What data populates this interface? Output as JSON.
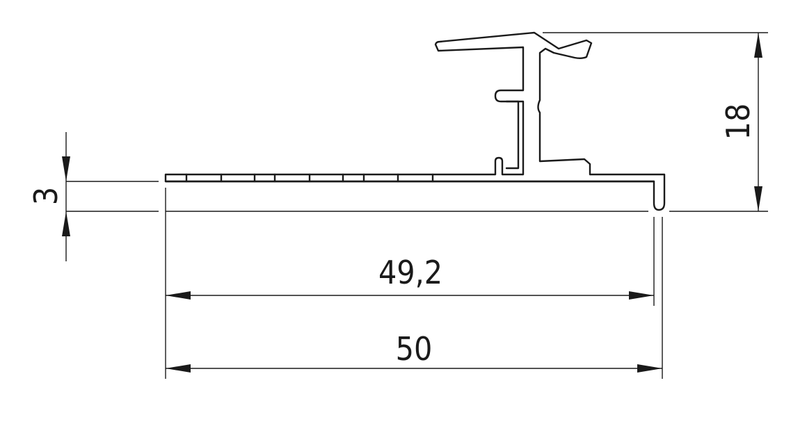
{
  "drawing": {
    "dimensions": {
      "height_total": {
        "label": "18",
        "value": 18
      },
      "base_thickness": {
        "label": "3",
        "value": 3
      },
      "inner_width": {
        "label": "49,2",
        "value": 49.2
      },
      "overall_width": {
        "label": "50",
        "value": 50
      }
    },
    "colors": {
      "line": "#1a1a1a",
      "background": "#ffffff"
    }
  }
}
